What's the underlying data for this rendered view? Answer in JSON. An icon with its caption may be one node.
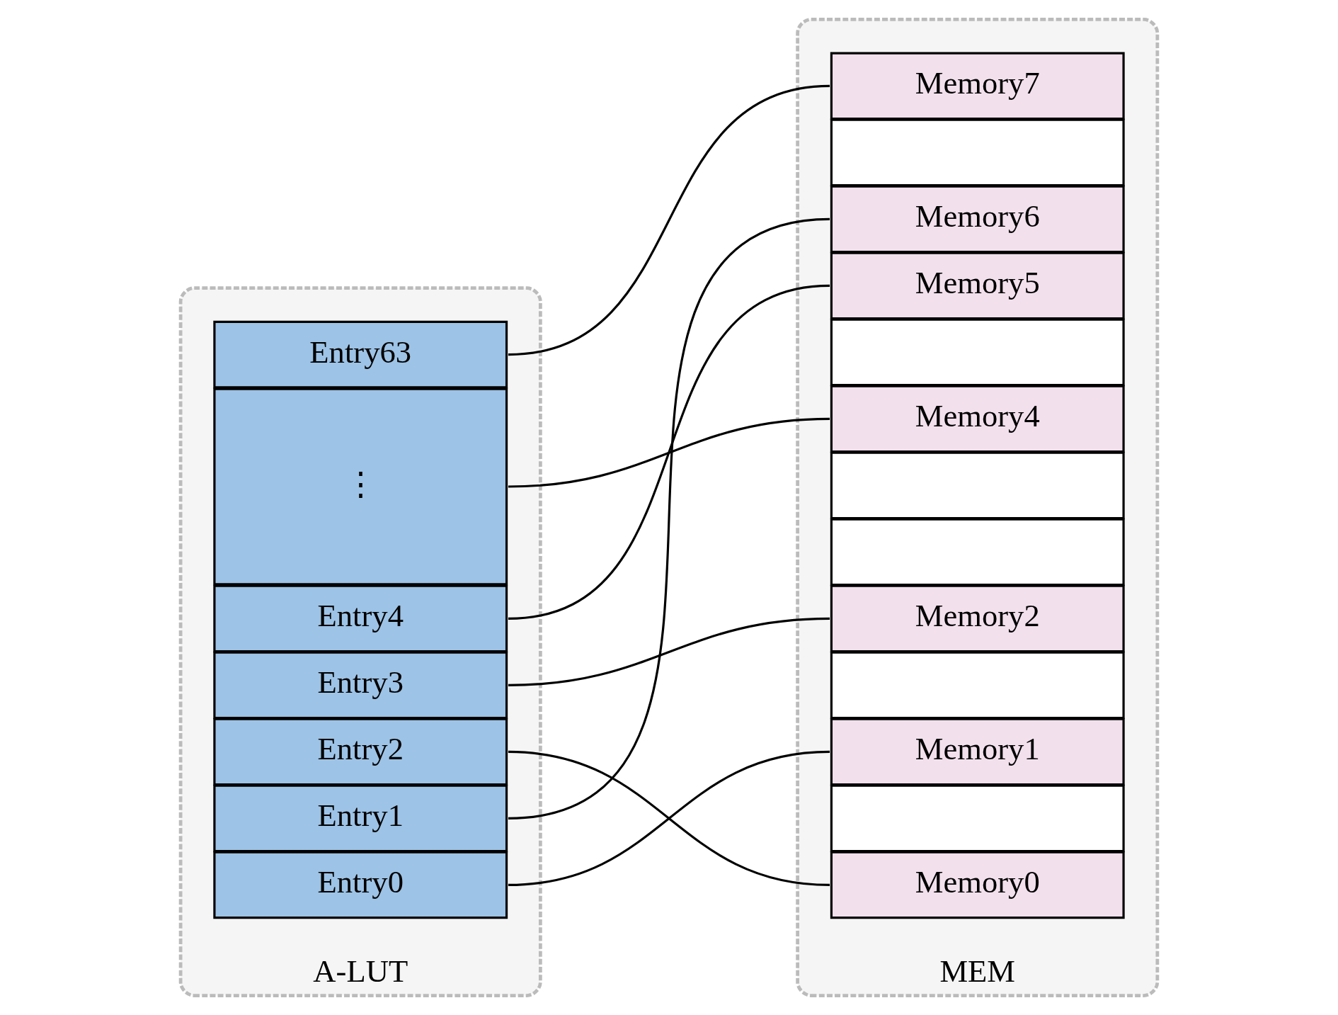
{
  "diagram": {
    "nodes": [
      {
        "text": [
          "A-LUT"
        ]
      },
      {
        "text": [
          "Entry0"
        ],
        "in": 0
      },
      {
        "text": [
          "Entry1"
        ],
        "in": 0
      },
      {
        "text": [
          "Entry2"
        ],
        "in": 0
      },
      {
        "text": [
          "Entry3"
        ],
        "in": 0
      },
      {
        "text": [
          "Entry4"
        ],
        "in": 0
      },
      {
        "text": [
          "⋮"
        ],
        "in": 0
      },
      {
        "text": [
          "Entry63"
        ],
        "in": 0
      },
      {
        "text": [
          "MEM"
        ]
      },
      {
        "text": [
          "Memory0"
        ],
        "in": 8
      },
      {
        "text": [],
        "shape": "box",
        "in": 8
      },
      {
        "text": [
          "Memory1"
        ],
        "in": 8
      },
      {
        "text": [],
        "shape": "box",
        "in": 8
      },
      {
        "text": [
          "Memory2"
        ],
        "in": 8
      },
      {
        "text": [],
        "shape": "box",
        "in": 8
      },
      {
        "text": [],
        "shape": "box",
        "in": 8
      },
      {
        "text": [
          "Memory4"
        ],
        "in": 8
      },
      {
        "text": [],
        "shape": "box",
        "in": 8
      },
      {
        "text": [
          "Memory5"
        ],
        "in": 8
      },
      {
        "text": [
          "Memory6"
        ],
        "in": 8
      },
      {
        "text": [],
        "shape": "box",
        "in": 8
      },
      {
        "text": [
          "Memory7"
        ],
        "in": 8
      }
    ],
    "edges": [
      {
        "from": 1,
        "to": 11,
        "arrow": "none"
      },
      {
        "from": 2,
        "to": 19,
        "arrow": "none"
      },
      {
        "from": 3,
        "to": 9,
        "arrow": "none"
      },
      {
        "from": 4,
        "to": 13,
        "arrow": "none"
      },
      {
        "from": 5,
        "to": 18,
        "arrow": "none"
      },
      {
        "from": 6,
        "to": 16,
        "arrow": "none"
      },
      {
        "from": 7,
        "to": 21,
        "arrow": "none"
      }
    ]
  }
}
